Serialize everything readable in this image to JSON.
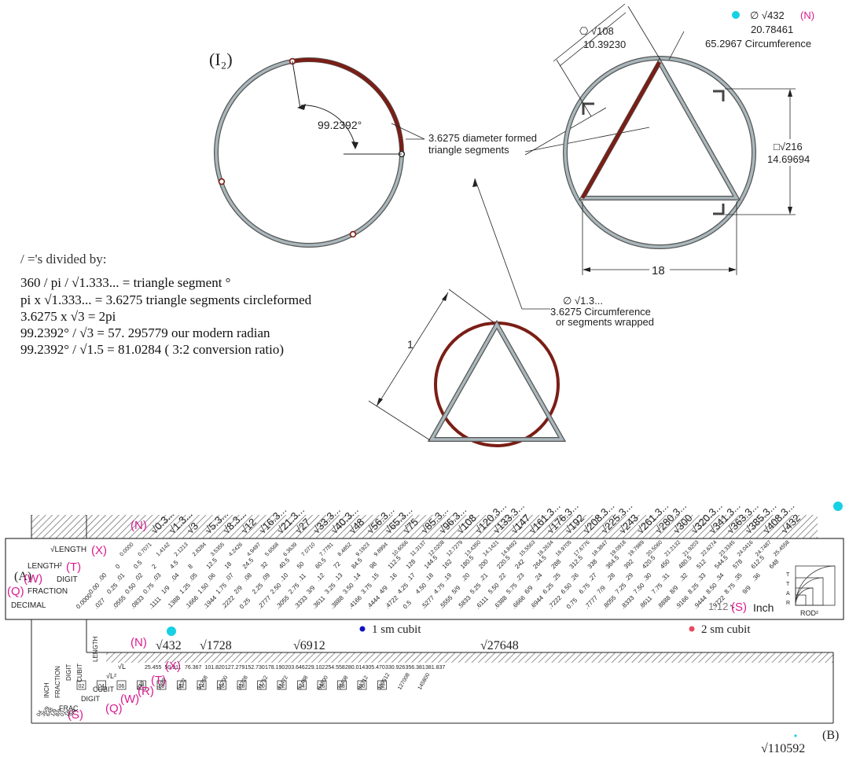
{
  "labels": {
    "i2": "(I₂)",
    "angle": "99.2392°",
    "diameter_note_1": "3.6275 diameter formed",
    "diameter_note_2": "triangle segments",
    "hex_root": "⎔ √108",
    "hex_value": "10.39230",
    "circle_root": "∅ √432",
    "circle_value": "20.78461",
    "circle_circ": "65.2967 Circumference",
    "square_root": "□√216",
    "square_value": "14.69694",
    "dim_18": "18",
    "small_root": "∅ √1.3...",
    "small_circ_1": "3.6275 Circumference",
    "small_circ_2": "or segments wrapped",
    "dim_1": "1",
    "n_tag": "(N)"
  },
  "formulas": {
    "heading": "/ ='s divided by:",
    "lines": [
      "360 / pi / √1.333... = triangle segment °",
      "pi x √1.333... = 3.6275 triangle segments circleformed",
      "3.6275 x √3 = 2pi",
      "99.2392° / √3 = 57. 295779 our modern radian",
      "99.2392° / √1.5 = 81.0284 ( 3:2 conversion ratio)"
    ]
  },
  "ruler": {
    "tag_a": "(A)",
    "tag_b": "(B)",
    "tag_x": "(X)",
    "tag_t": "(T)",
    "tag_w": "(W)",
    "tag_q": "(Q)",
    "tag_r": "(R)",
    "tag_s": "(S)",
    "tag_n": "(N)",
    "row_length": "√LENGTH",
    "row_length2": "LENGTH²",
    "row_digit": "DIGIT",
    "row_fraction": "FRACTION",
    "row_decimal": "DECIMAL",
    "scale": "1:12",
    "inch": "Inch",
    "rod": "ROD²",
    "cubit1": "1 sm cubit",
    "cubit2": "2 sm cubit",
    "roots_top": [
      "√0.3...",
      "√1.3...",
      "√3",
      "√5.3...",
      "√8.3...",
      "√12",
      "√16.3...",
      "√21.3...",
      "√27",
      "√33.3...",
      "√40.3...",
      "√48",
      "√56.3...",
      "√65.3...",
      "√75",
      "√85.3...",
      "√96.3...",
      "√108",
      "√120.3...",
      "√133.3...",
      "√147",
      "√161.3...",
      "√176.3...",
      "√192",
      "√208.3...",
      "√225.3...",
      "√243",
      "√261.3...",
      "√280.3...",
      "√300",
      "√320.3...",
      "√341.3...",
      "√363.3...",
      "√385.3...",
      "√408.3...",
      "√432"
    ],
    "row_len_vals": [
      "0.0000",
      "0.7071",
      "1.4142",
      "2.1213",
      "2.8284",
      "3.5355",
      "4.2426",
      "4.9497",
      "5.6568",
      "6.3639",
      "7.0710",
      "7.7781",
      "8.4852",
      "9.1923",
      "9.8994",
      "10.6066",
      "11.3137",
      "12.0208",
      "12.7279",
      "13.4350",
      "14.1421",
      "14.8492",
      "15.5563",
      "16.2634",
      "16.9705",
      "17.6776",
      "18.3847",
      "19.0918",
      "19.7989",
      "20.5060",
      "21.2132",
      "21.9203",
      "22.6274",
      "23.3345",
      "24.0416",
      "24.7487",
      "25.4558"
    ],
    "row_sq_vals": [
      "0",
      "0.5",
      "2",
      "4.5",
      "8",
      "12.5",
      "18",
      "24.5",
      "32",
      "40.5",
      "50",
      "60.5",
      "72",
      "84.5",
      "98",
      "112.5",
      "128",
      "144.5",
      "162",
      "180.5",
      "200",
      "220.5",
      "242",
      "264.5",
      "288",
      "312.5",
      "338",
      "364.5",
      "392",
      "420.5",
      "450",
      "480.5",
      "512",
      "544.5",
      "578",
      "612.5",
      "648"
    ],
    "row_digit_vals": [
      ".00",
      ".01",
      ".02",
      ".03",
      ".04",
      ".05",
      ".06",
      ".07",
      ".08",
      ".09",
      ".10",
      ".11",
      ".12",
      ".13",
      ".14",
      ".15",
      ".16",
      ".17",
      ".18",
      ".19",
      ".20",
      ".21",
      ".22",
      ".23",
      ".24",
      ".25",
      ".26",
      ".27",
      ".28",
      ".29",
      ".30",
      ".31",
      ".32",
      ".33",
      ".34",
      ".35",
      ".36"
    ],
    "row_frac_vals": [
      "0.00",
      "0.25",
      "0.50",
      "0.75",
      "1/9",
      "1.25",
      "1.50",
      "1.75",
      "2/9",
      "2.25",
      "2.50",
      "2.75",
      "3/9",
      "3.25",
      "3.50",
      "3.75",
      "4/9",
      "4.25",
      "4.50",
      "4.75",
      "5/9",
      "5.25",
      "5.50",
      "5.75",
      "6/9",
      "6.25",
      "6.50",
      "6.75",
      "7/9",
      "7.25",
      "7.50",
      "7.75",
      "8/9",
      "8.25",
      "8.50",
      "8.75",
      "9/9"
    ],
    "row_dec_vals": [
      "0.0000",
      ".027",
      ".0555",
      ".0833",
      ".1111",
      ".1388",
      ".1666",
      ".1944",
      ".2222",
      "0.25",
      ".2777",
      ".3055",
      ".3333",
      ".3611",
      ".3888",
      ".4166",
      ".4444",
      ".4722",
      "0.5",
      ".5277",
      ".5555",
      ".5833",
      ".6111",
      ".6388",
      ".6666",
      ".6944",
      ".7222",
      "0.75",
      ".7777",
      ".8055",
      ".8333",
      ".8611",
      ".8888",
      ".9166",
      ".9444",
      ".9722",
      "1"
    ],
    "lower_roots": [
      "√432",
      "√1728",
      "√6912",
      "√27648"
    ],
    "bottom_root": "√110592",
    "lower_len_vals": [
      "25.455",
      "50.911",
      "76.367",
      "101.820",
      "127.279",
      "152.730",
      "178.190",
      "203.646",
      "229.102",
      "254.558",
      "280.014",
      "305.470",
      "330.926",
      "356.381",
      "381.837"
    ],
    "lower_boxes": [
      "02",
      "04",
      "06",
      "08",
      "10",
      "12",
      "14",
      "16",
      "18",
      "20",
      "22",
      "24",
      "26",
      "28",
      "30",
      "32"
    ],
    "lower_misc": [
      "648",
      "2592",
      "5832",
      "10368",
      "16200",
      "23328",
      "31752",
      "41472",
      "52488",
      "64800",
      "78408",
      "93312",
      "109512",
      "127008",
      "145800"
    ],
    "lower_labels": {
      "length": "LENGTH",
      "cubit": "CUBIT",
      "digit": "DIGIT",
      "inch": "INCH",
      "fraction": "FRACTION",
      "frac": "FRAC",
      "sql": "√L",
      "l2": "√L²"
    },
    "side_values_left": [
      "04",
      "36/9",
      "648",
      "1/9",
      "8/9",
      "01",
      "18",
      "9/9"
    ]
  },
  "colors": {
    "circle_gray": "#8a9aa0",
    "circle_red": "#7a1e16",
    "magenta": "#d81b8f",
    "cyan": "#16d0e3",
    "blue_dot": "#1010c0",
    "pink_dot": "#e8475f"
  }
}
